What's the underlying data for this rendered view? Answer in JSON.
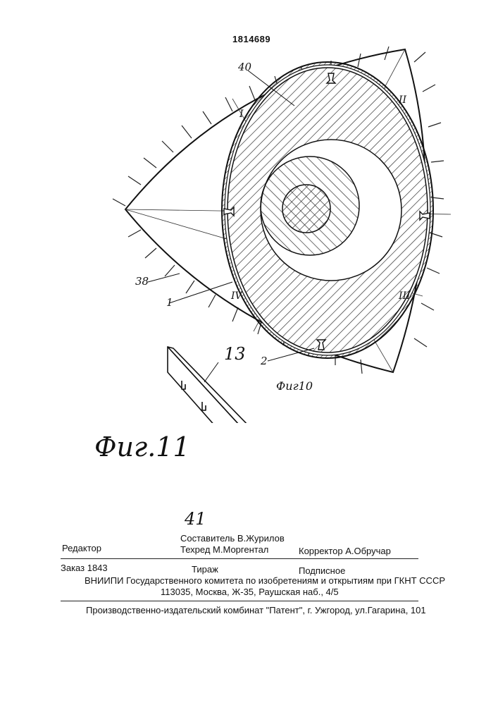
{
  "patent_number": "1814689",
  "figures": {
    "fig10": {
      "caption": "Фиг10",
      "labels": {
        "l40": "40",
        "l38": "38",
        "l1": "1",
        "l2": "2",
        "rI": "I",
        "rII": "II",
        "rIII": "III",
        "rIV": "IV"
      }
    },
    "fig11": {
      "caption": "Фиг.11",
      "labels": {
        "l13": "13",
        "l41": "41"
      }
    }
  },
  "footer": {
    "compiler": "Составитель В.Журилов",
    "editor": "Редактор",
    "techred": "Техред М.Моргентал",
    "corrector": "Корректор  А.Обручар",
    "order": "Заказ  1843",
    "circulation": "Тираж",
    "subscription": "Подписное",
    "vniipi": "ВНИИПИ Государственного комитета по изобретениям и открытиям при ГКНТ СССР",
    "address": "113035, Москва, Ж-35, Раушская наб., 4/5",
    "publisher": "Производственно-издательский комбинат \"Патент\", г. Ужгород, ул.Гагарина, 101"
  }
}
